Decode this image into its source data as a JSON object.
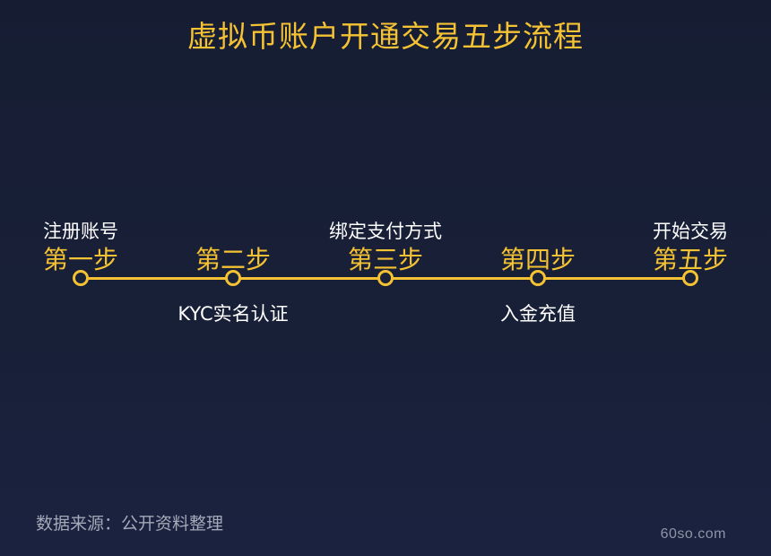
{
  "title": "虚拟币账户开通交易五步流程",
  "steps": [
    {
      "label": "第一步",
      "above": "注册账号",
      "below": ""
    },
    {
      "label": "第二步",
      "above": "",
      "below": "KYC实名认证"
    },
    {
      "label": "第三步",
      "above": "绑定支付方式",
      "below": ""
    },
    {
      "label": "第四步",
      "above": "",
      "below": "入金充值"
    },
    {
      "label": "第五步",
      "above": "开始交易",
      "below": ""
    }
  ],
  "source": "数据来源：公开资料整理",
  "watermark": "60so.com",
  "colors": {
    "accent": "#f5c233",
    "background": "#182038",
    "text": "#ffffff",
    "muted": "#a3a9b7"
  }
}
